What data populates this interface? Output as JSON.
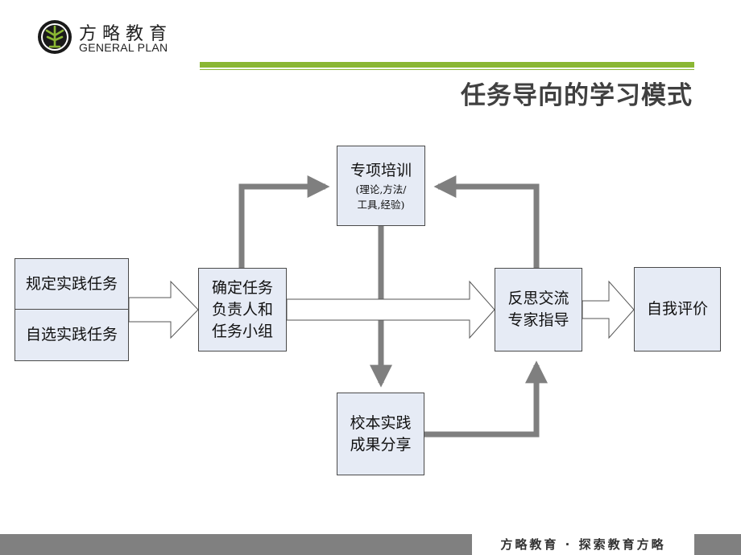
{
  "brand": {
    "name_cn": "方略教育",
    "name_en": "GENERAL PLAN"
  },
  "title": "任务导向的学习模式",
  "nodes": {
    "task_defined": "规定实践任务",
    "task_chosen": "自选实践任务",
    "confirm": "确定任务\n负责人和\n任务小组",
    "training_title": "专项培训",
    "training_sub": "(理论,方法/\n工具,经验)",
    "reflect": "反思交流\n专家指导",
    "share": "校本实践\n成果分享",
    "self_eval": "自我评价"
  },
  "footer": {
    "slogan": "方略教育 · 探索教育方略"
  },
  "colors": {
    "accent_green": "#8ab733",
    "box_fill": "#e6ebf5",
    "arrow_gray": "#7f7f7f"
  }
}
